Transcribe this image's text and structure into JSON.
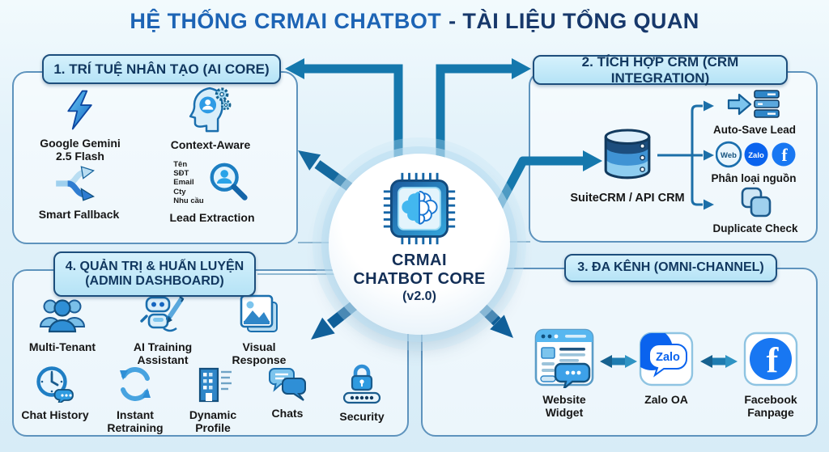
{
  "title": {
    "part1": "HỆ THỐNG CRMAI CHATBOT",
    "part2": "- TÀI LIỆU TỔNG QUAN"
  },
  "center": {
    "line1": "CRMAI",
    "line2": "CHATBOT CORE",
    "line3": "(v2.0)"
  },
  "quadrants": {
    "ai_core": {
      "header": "1. TRÍ TUỆ NHÂN TẠO (AI CORE)",
      "items": [
        {
          "label": "Google Gemini 2.5 Flash",
          "icon": "lightning-icon"
        },
        {
          "label": "Context-Aware",
          "icon": "head-gears-icon"
        },
        {
          "label": "Smart Fallback",
          "icon": "branch-arrows-icon"
        },
        {
          "label": "Lead Extraction",
          "icon": "lead-magnifier-icon",
          "fields_list": [
            "Tên",
            "SĐT",
            "Email",
            "Cty",
            "Nhu cầu"
          ]
        }
      ]
    },
    "crm_integration": {
      "header": "2. TÍCH HỢP CRM (CRM INTEGRATION)",
      "database_label": "SuiteCRM / API CRM",
      "branches": [
        {
          "label": "Auto-Save Lead",
          "icon": "save-server-icon"
        },
        {
          "label": "Phân loại nguồn",
          "icon": "source-channel-icons",
          "web_text": "Web",
          "zalo_text": "Zalo",
          "facebook_glyph": "f"
        },
        {
          "label": "Duplicate Check",
          "icon": "duplicate-icon"
        }
      ]
    },
    "omni_channel": {
      "header": "3. ĐA KÊNH (OMNI-CHANNEL)",
      "channels": [
        {
          "label": "Website Widget",
          "icon": "website-widget-icon"
        },
        {
          "label": "Zalo OA",
          "icon": "zalo-icon",
          "badge": "Zalo"
        },
        {
          "label": "Facebook Fanpage",
          "icon": "facebook-icon",
          "glyph": "f"
        }
      ]
    },
    "admin": {
      "header_line1": "4. QUẢN TRỊ & HUẤN LUYỆN",
      "header_line2": "(ADMIN DASHBOARD)",
      "row1": [
        {
          "label": "Multi-Tenant",
          "icon": "multi-tenant-icon"
        },
        {
          "label": "AI Training Assistant",
          "icon": "robot-pencil-icon"
        },
        {
          "label": "Visual Response",
          "icon": "image-icon"
        }
      ],
      "row2": [
        {
          "label": "Chat History",
          "icon": "clock-chat-icon"
        },
        {
          "label": "Instant Retraining",
          "icon": "refresh-icon"
        },
        {
          "label": "Dynamic Profile",
          "icon": "building-icon"
        },
        {
          "label": "Chats",
          "icon": "chat-bubbles-icon"
        },
        {
          "label": "Security",
          "icon": "lock-password-icon"
        }
      ]
    }
  },
  "colors": {
    "title_blue": "#1d64b5",
    "title_navy": "#17386b",
    "arrow_teal": "#1578ad",
    "arrow_navy": "#10609a",
    "pill_bg": "#bfe7f7",
    "pill_border": "#1d4e7c",
    "facebook_blue": "#1877f2",
    "zalo_blue": "#0a63ee",
    "box_border": "#5e93bd"
  }
}
